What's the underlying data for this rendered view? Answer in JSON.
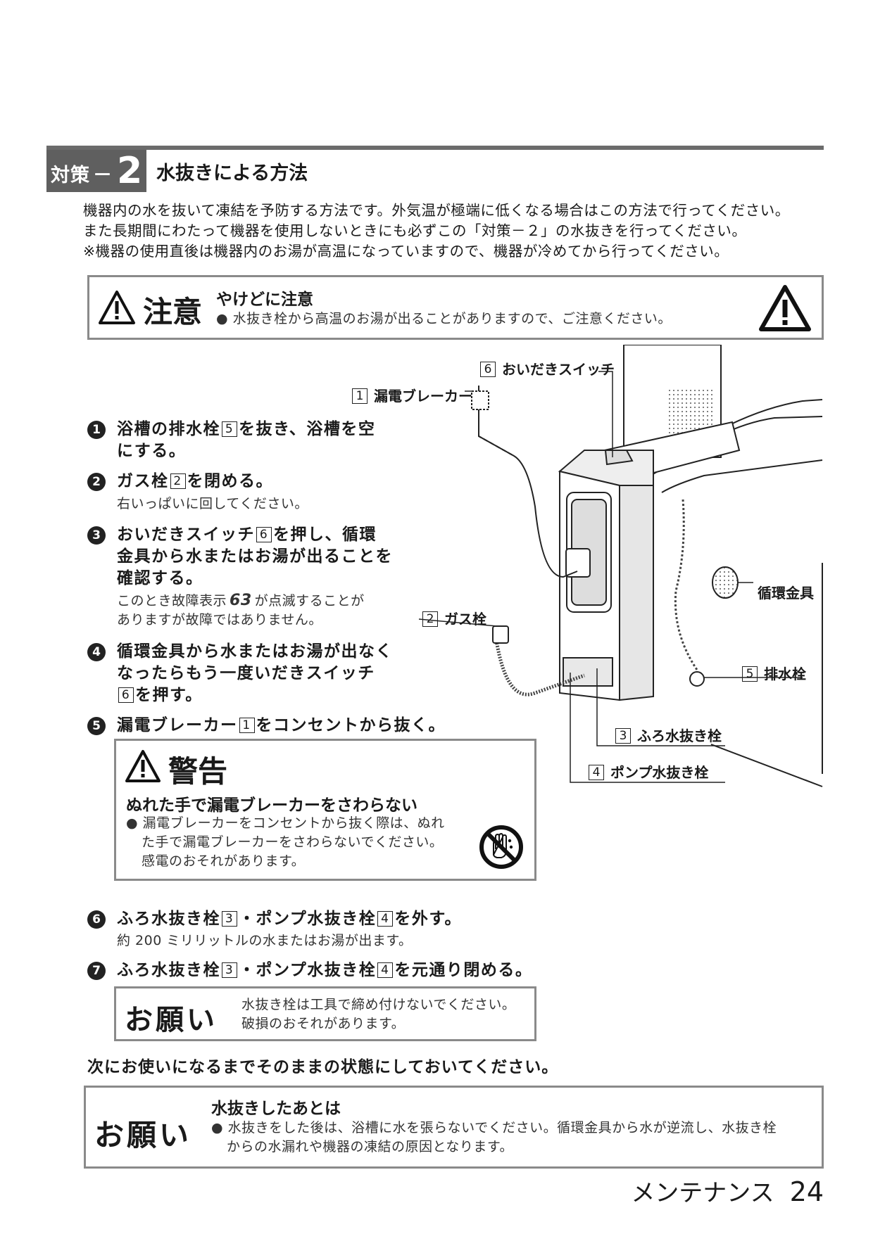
{
  "section": {
    "badge_label": "対策",
    "badge_dash": "－",
    "badge_number": "2",
    "title": "水抜きによる方法",
    "intro": [
      "機器内の水を抜いて凍結を予防する方法です。外気温が極端に低くなる場合はこの方法で行ってください。",
      "また長期間にわたって機器を使用しないときにも必ずこの「対策－２」の水抜きを行ってください。",
      "※機器の使用直後は機器内のお湯が高温になっていますので、機器が冷めてから行ってください。"
    ]
  },
  "caution": {
    "label": "注意",
    "heading": "やけどに注意",
    "bullet": "水抜き栓から高温のお湯が出ることがありますので、ご注意ください。"
  },
  "steps": [
    {
      "num": "1",
      "line1_a": "浴槽の排水栓",
      "ref": "5",
      "line1_b": "を抜き、浴槽を空",
      "line2": "にする。"
    },
    {
      "num": "2",
      "line1_a": "ガス栓",
      "ref": "2",
      "line1_b": "を閉める。",
      "note": "右いっぱいに回してください。"
    },
    {
      "num": "3",
      "line1_a": "おいだきスイッチ",
      "ref": "6",
      "line1_b": "を押し、循環",
      "line2": "金具から水またはお湯が出ることを",
      "line3": "確認する。",
      "note1_a": "このとき故障表示",
      "code": "63",
      "note1_b": "が点滅することが",
      "note2": "ありますが故障ではありません。"
    },
    {
      "num": "4",
      "line1": "循環金具から水またはお湯が出なく",
      "line2": "なったらもう一度いだきスイッチ",
      "ref": "6",
      "line3_b": "を押す。"
    },
    {
      "num": "5",
      "line1_a": "漏電ブレーカー",
      "ref": "1",
      "line1_b": "をコンセントから抜く。"
    },
    {
      "num": "6",
      "a": "ふろ水抜き栓",
      "ref_a": "3",
      "mid": "・ポンプ水抜き栓",
      "ref_b": "4",
      "b": "を外す。",
      "note": "約 200 ミリリットルの水またはお湯が出ます。"
    },
    {
      "num": "7",
      "a": "ふろ水抜き栓",
      "ref_a": "3",
      "mid": "・ポンプ水抜き栓",
      "ref_b": "4",
      "b": "を元通り閉める。"
    }
  ],
  "warning": {
    "label": "警告",
    "heading": "ぬれた手で漏電ブレーカーをさわらない",
    "lines": [
      "漏電ブレーカーをコンセントから抜く際は、ぬれ",
      "た手で漏電ブレーカーをさわらないでください。",
      "感電のおそれがあります。"
    ]
  },
  "request1": {
    "label": "お願い",
    "lines": [
      "水抜き栓は工具で締め付けないでください。",
      "破損のおそれがあります。"
    ]
  },
  "closing": "次にお使いになるまでそのままの状態にしておいてください。",
  "request2": {
    "label": "お願い",
    "heading": "水抜きしたあとは",
    "lines": [
      "水抜きをした後は、浴槽に水を張らないでください。循環金具から水が逆流し、水抜き栓",
      "からの水漏れや機器の凍結の原因となります。"
    ]
  },
  "diagram": {
    "c6_num": "6",
    "c6": "おいだきスイッチ",
    "c1_num": "1",
    "c1": "漏電ブレーカー",
    "c2_num": "2",
    "c2": "ガス栓",
    "c_circ": "循環金具",
    "c5_num": "5",
    "c5": "排水栓",
    "c3_num": "3",
    "c3": "ふろ水抜き栓",
    "c4_num": "4",
    "c4": "ポンプ水抜き栓"
  },
  "footer": {
    "section": "メンテナンス",
    "page": "24"
  }
}
